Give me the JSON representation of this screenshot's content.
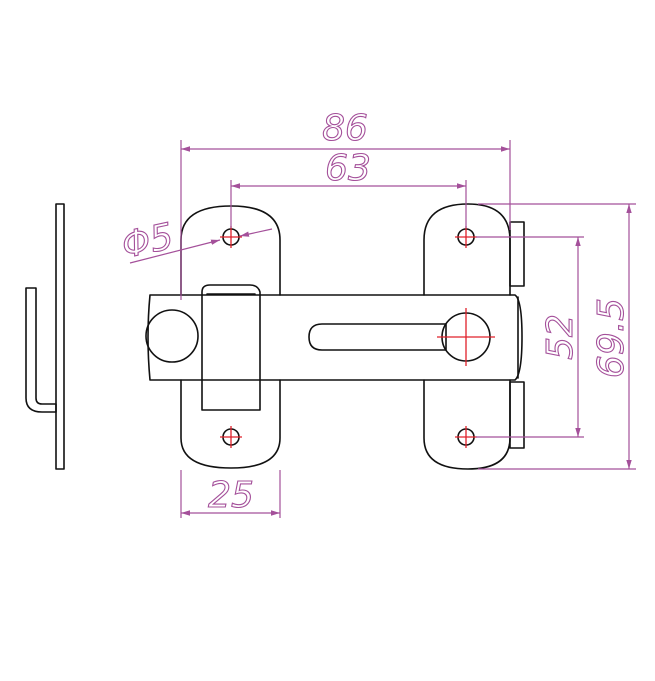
{
  "dimensions": {
    "overall_width": "86",
    "hole_spacing_width": "63",
    "hole_diameter": "Φ5",
    "plate_width": "25",
    "hole_spacing_height": "52",
    "overall_height": "69.5"
  },
  "colors": {
    "outline": "#111111",
    "dimension": "#a4509a",
    "centerline": "#e0202a"
  }
}
